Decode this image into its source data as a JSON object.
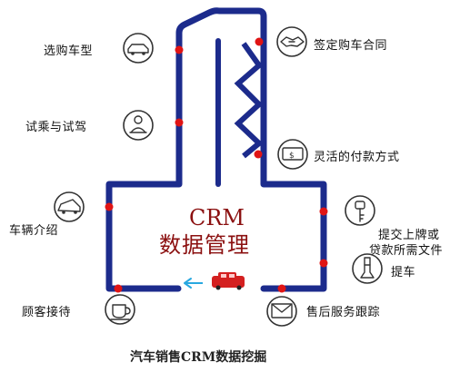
{
  "diagram": {
    "title_line1": "CRM",
    "title_line2": "数据管理",
    "caption": "汽车销售CRM数据挖掘",
    "stages": [
      {
        "label": "选购车型",
        "icon": "car-icon"
      },
      {
        "label": "试乘与试驾",
        "icon": "driver-icon"
      },
      {
        "label": "车辆介绍",
        "icon": "car-side-icon"
      },
      {
        "label": "顾客接待",
        "icon": "coffee-cup-icon"
      },
      {
        "label": "签定购车合同",
        "icon": "handshake-icon"
      },
      {
        "label": "灵活的付款方式",
        "icon": "money-icon"
      },
      {
        "label": "提交上牌或",
        "label2": "贷款所需文件",
        "icon": "key-tag-icon"
      },
      {
        "label": "提车",
        "icon": "wrench-icon"
      },
      {
        "label": "售后服务跟踪",
        "icon": "envelope-icon"
      }
    ],
    "colors": {
      "path": "#1c2b8c",
      "node": "#e01414",
      "title": "#8b1010",
      "arrow": "#29a8e0",
      "car_body": "#d42020"
    }
  }
}
